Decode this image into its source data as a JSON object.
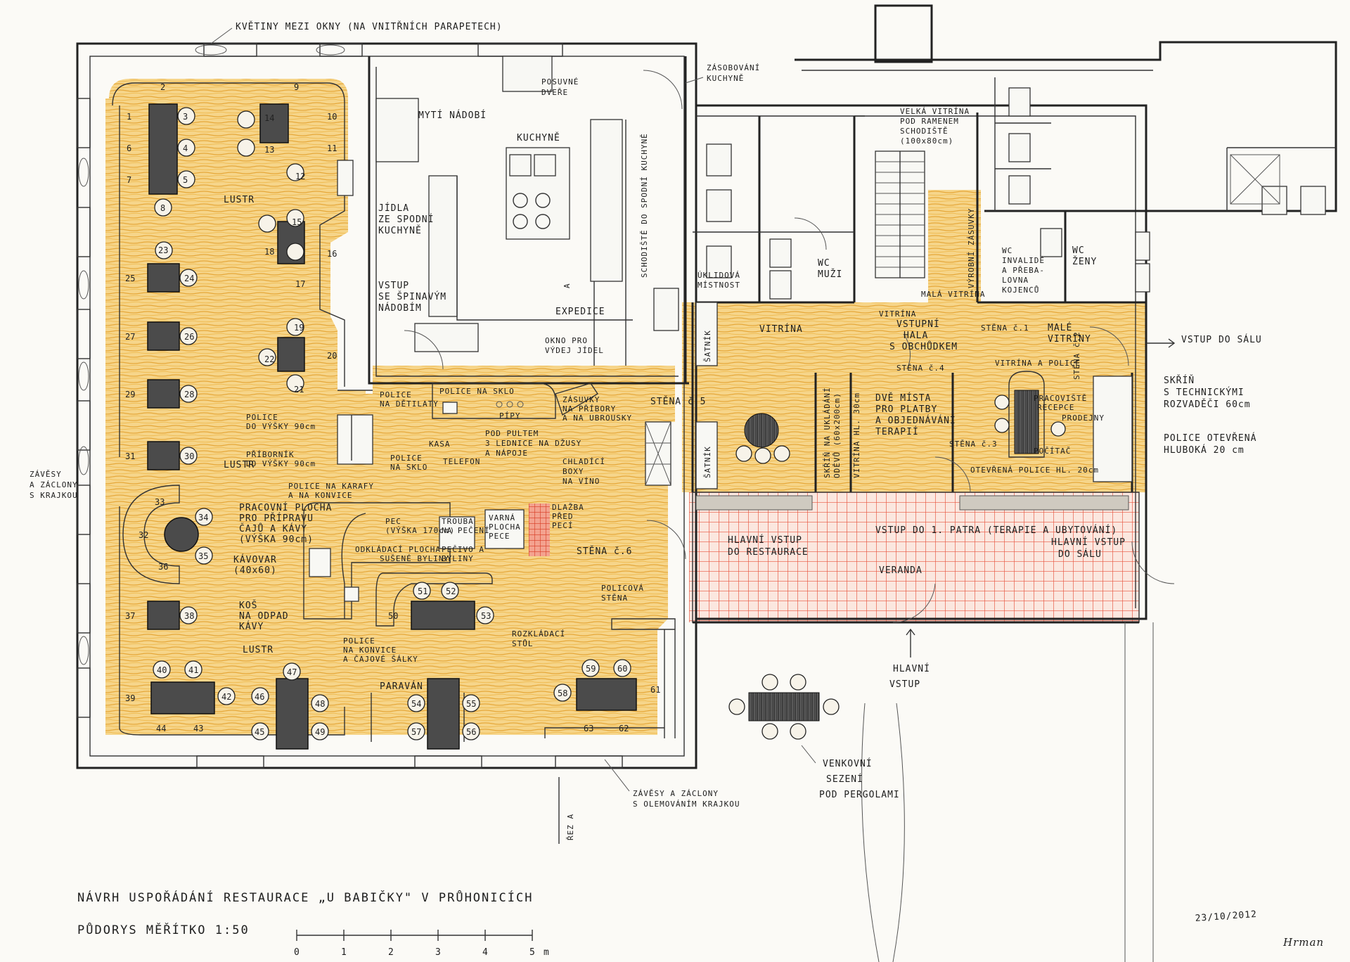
{
  "title": "NÁVRH USPOŘÁDÁNÍ RESTAURACE „U BABIČKY\" V PRŮHONICÍCH",
  "subtitle": "PŮDORYS MĚŘÍTKO 1:50",
  "date": "23/10/2012",
  "signature": "Hrman",
  "scale": {
    "ticks": [
      "0",
      "1",
      "2",
      "3",
      "4",
      "5"
    ],
    "unit": "m"
  },
  "colors": {
    "floor_wood": "#f3c86a",
    "veranda_tile": "#e8553f",
    "ink": "#1c1c1c"
  },
  "labels": {
    "kvetiny": "KVĚTINY MEZI OKNY (NA VNITŘNÍCH PARAPETECH)",
    "zasobovani": [
      "ZÁSOBOVÁNÍ",
      "KUCHYNĚ"
    ],
    "posuvne": [
      "POSUVNÉ",
      "DVEŘE"
    ],
    "myti": "MYTÍ NÁDOBÍ",
    "kuchyne": "KUCHYNĚ",
    "schodiste_kuchyne": "SCHODIŠTĚ DO SPODNÍ KUCHYNĚ",
    "jidla": [
      "JÍDLA",
      "ZE SPODNÍ",
      "KUCHYNĚ"
    ],
    "vstup_spinave": [
      "VSTUP",
      "SE ŠPINAVÝM",
      "NÁDOBÍM"
    ],
    "expedice": "EXPEDICE",
    "okno": [
      "OKNO PRO",
      "VÝDEJ JÍDEL"
    ],
    "lustr": "LUSTR",
    "zavesy": [
      "ZÁVĚSY",
      "A ZÁCLONY",
      "S KRAJKOU"
    ],
    "police_detilaty": [
      "POLICE",
      "NA DĚTILATY"
    ],
    "police_vysky": [
      "POLICE",
      "DO VÝŠKY 90cm"
    ],
    "pribornik": [
      "PŘÍBORNÍK",
      "DO VÝŠKY 90cm"
    ],
    "police_sklo": [
      "POLICE",
      "NA SKLO"
    ],
    "police_karafy": [
      "POLICE NA KARAFY",
      "A NA KONVICE"
    ],
    "police_na_sklo": "POLICE NA SKLO",
    "kasa": "KASA",
    "telefon": "TELEFON",
    "pipy": "PÍPY",
    "zasuvky": [
      "ZÁSUVKY",
      "NA PŘÍBORY",
      "A NA UBROUSKY"
    ],
    "pod_pultem": [
      "POD PULTEM",
      "3 LEDNICE NA DŽUSY",
      "A NÁPOJE"
    ],
    "stena5": "STĚNA č.5",
    "chladici": [
      "CHLADÍCÍ",
      "BOXY",
      "NA VÍNO"
    ],
    "satnik": "ŠATNÍK",
    "pracovni_plocha": [
      "PRACOVNÍ PLOCHA",
      "PRO PŘÍPRAVU",
      "ČAJŮ A KÁVY",
      "(VÝŠKA 90cm)"
    ],
    "kavovar": [
      "KÁVOVAR",
      "(40x60)"
    ],
    "kos": [
      "KOŠ",
      "NA ODPAD",
      "KÁVY"
    ],
    "police_konvice": [
      "POLICE",
      "NA KONVICE",
      "A ČAJOVÉ ŠÁLKY"
    ],
    "pec": [
      "PEC",
      "(VÝŠKA 170cm)"
    ],
    "odkladaci": [
      "ODKLÁDACÍ PLOCHA",
      "SUŠENÉ BYLINY"
    ],
    "trouba": [
      "TROUBA",
      "NA PEČENÍ"
    ],
    "pecivo": [
      "PEČIVO A",
      "BYLINY"
    ],
    "varna": [
      "VARNÁ",
      "PLOCHA",
      "PECE"
    ],
    "dlazba": [
      "DLAŽBA",
      "PŘED",
      "PECÍ"
    ],
    "stena6": "STĚNA č.6",
    "policova": [
      "POLICOVÁ",
      "STĚNA"
    ],
    "rozkladaci": [
      "ROZKLÁDACÍ",
      "STŮL"
    ],
    "paravan": "PARAVÁN",
    "zavesy_lem": [
      "ZÁVĚSY A ZÁCLONY",
      "S OLEMOVÁNÍM KRAJKOU"
    ],
    "rez": "ŘEZ A",
    "a": "A",
    "uklidova": [
      "ÚKLIDOVÁ",
      "MÍSTNOST"
    ],
    "wc_muzi": [
      "WC",
      "MUŽI"
    ],
    "vitrina": "VITRÍNA",
    "velka_vitrina": [
      "VELKÁ VITRÍNA",
      "POD RAMENEM",
      "SCHODIŠTĚ",
      "(100x80cm)"
    ],
    "vyrobni_zasuvky": "VÝROBNÍ ZÁSUVKY",
    "mala_vitrina": "MALÁ VITRÍNA",
    "wc_invalide": [
      "WC",
      "INVALIDÉ",
      "A PŘEBA-",
      "LOVNA",
      "KOJENCŮ"
    ],
    "wc_zeny": [
      "WC",
      "ŽENY"
    ],
    "stena1": "STĚNA č.1",
    "male_vitriny": [
      "MALÉ",
      "VITRÍNY"
    ],
    "vstupni_hala": [
      "VSTUPNÍ",
      "HALA",
      "S OBCHŮDKEM"
    ],
    "stena4": "STĚNA č.4",
    "vitrina_police": "VITRÍNA A POLICE",
    "skrin_ukladani": [
      "SKŘÍŇ NA UKLÁDÁNÍ",
      "ODĚVŮ (60x200cm)"
    ],
    "vitrina_hl": "VITRÍNA HL. 30cm",
    "dve_mista": [
      "DVĚ MÍSTA",
      "PRO PLATBY",
      "A OBJEDNÁVÁNÍ",
      "TERAPIÍ"
    ],
    "stena3": "STĚNA č.3",
    "pracoviste": [
      "PRACOVIŠTĚ",
      "RECEPCE"
    ],
    "prodejny": "PRODEJNY",
    "pocitac": "POČÍTAČ",
    "stena2": "STĚNA č.2",
    "vstup_salu": "VSTUP DO SÁLU",
    "skrin_tech": [
      "SKŘÍŇ",
      "S TECHNICKÝMI",
      "ROZVADĚČI 60cm"
    ],
    "police_otevrena": [
      "POLICE OTEVŘENÁ",
      "HLUBOKÁ 20 cm"
    ],
    "otevrena_police": "OTEVŘENÁ POLICE HL. 20cm",
    "vstup_patra": "VSTUP DO 1. PATRA (TERAPIE A UBYTOVÁNÍ)",
    "hlavni_vstup_restaurace": [
      "HLAVNÍ VSTUP",
      "DO RESTAURACE"
    ],
    "veranda": "VERANDA",
    "hlavni_vstup_salu": [
      "HLAVNÍ VSTUP",
      "DO SÁLU"
    ],
    "hlavni_vstup": [
      "HLAVNÍ",
      "VSTUP"
    ],
    "venkovni": [
      "VENKOVNÍ",
      "SEZENÍ",
      "POD PERGOLAMI"
    ]
  },
  "seat_numbers": [
    "1",
    "2",
    "3",
    "4",
    "5",
    "6",
    "7",
    "8",
    "9",
    "10",
    "11",
    "12",
    "13",
    "14",
    "15",
    "16",
    "17",
    "18",
    "19",
    "20",
    "21",
    "22",
    "23",
    "24",
    "25",
    "26",
    "27",
    "28",
    "29",
    "30",
    "31",
    "32",
    "33",
    "34",
    "35",
    "36",
    "37",
    "38",
    "39",
    "40",
    "41",
    "42",
    "43",
    "44",
    "45",
    "46",
    "47",
    "48",
    "49",
    "50",
    "51",
    "52",
    "53",
    "54",
    "55",
    "56",
    "57",
    "58",
    "59",
    "60",
    "61",
    "62",
    "63"
  ]
}
